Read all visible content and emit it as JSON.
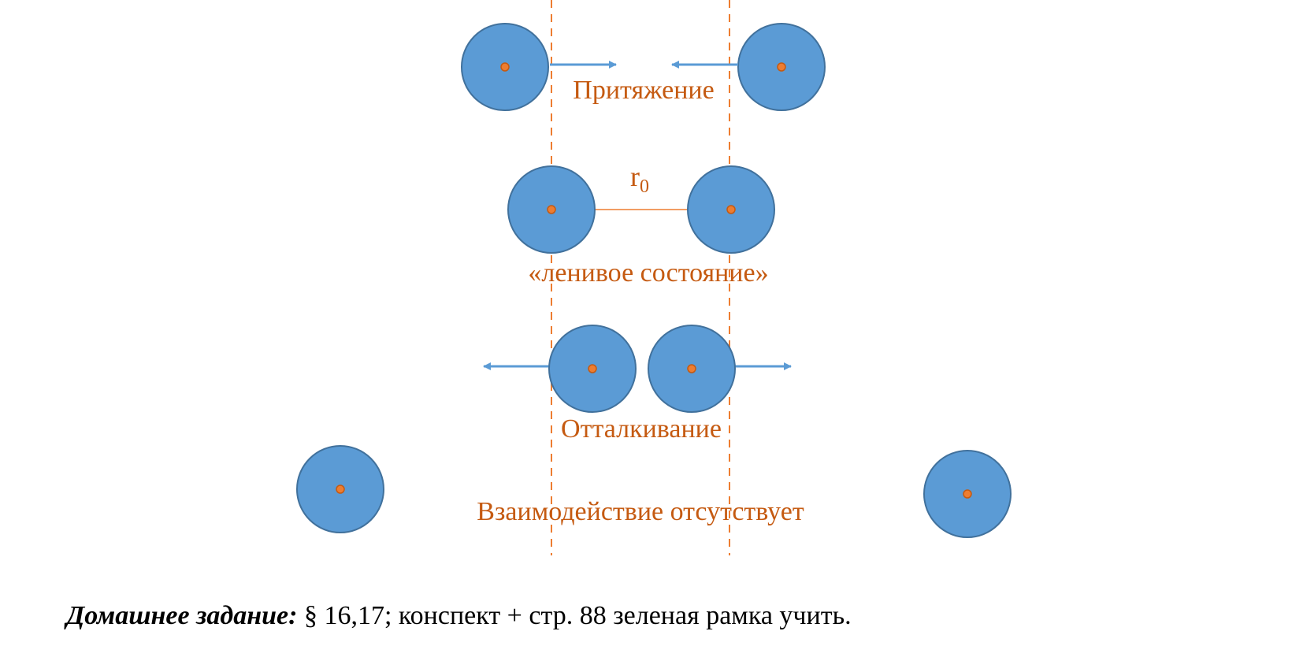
{
  "colors": {
    "molecule_fill": "#5B9BD5",
    "molecule_stroke": "#41719C",
    "center_fill": "#ED7D31",
    "center_stroke": "#C55A11",
    "arrow": "#5B9BD5",
    "label": "#C55A11",
    "guide_line": "#ED7D31"
  },
  "icons": {
    "molecule": "blue-circle-with-orange-center",
    "force_arrow": "arrow"
  },
  "labels": {
    "attraction": "Притяжение",
    "distance_symbol": "r",
    "distance_subscript": "0",
    "equilibrium": "«ленивое состояние»",
    "repulsion": "Отталкивание",
    "no_interaction": "Взаимодействие отсутствует"
  },
  "homework": {
    "title": "Домашнее задание:",
    "text": " § 16,17; конспект + стр. 88 зеленая рамка учить."
  }
}
